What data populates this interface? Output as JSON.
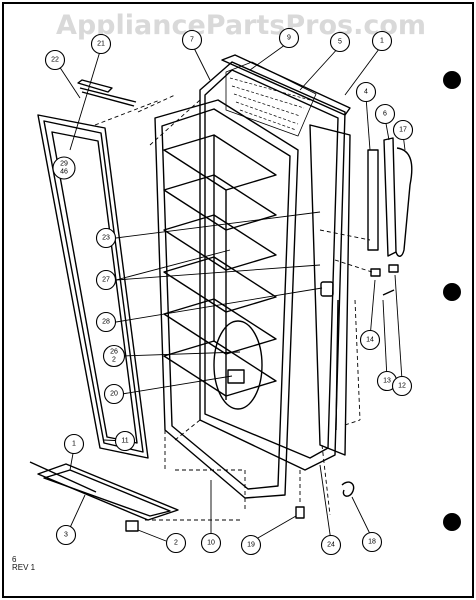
{
  "watermark": "AppliancePartsPros.com",
  "footer": {
    "line1": "6",
    "line2": "REV 1"
  },
  "callouts": {
    "c22": "22",
    "c21": "21",
    "c7": "7",
    "c9": "9",
    "c5": "5",
    "c1a": "1",
    "c4": "4",
    "c6": "6",
    "c17": "17",
    "c29": "29",
    "c29sub": "46",
    "c23": "23",
    "c27": "27",
    "c28": "28",
    "c26": "26",
    "c26sub": "2",
    "c20": "20",
    "c11": "11",
    "c14": "14",
    "c13": "13",
    "c12": "12",
    "c1b": "1",
    "c3": "3",
    "c2": "2",
    "c10": "10",
    "c19": "19",
    "c24": "24",
    "c18": "18"
  },
  "colors": {
    "ink": "#000000",
    "paper": "#ffffff",
    "watermark": "#d9d9d9"
  }
}
